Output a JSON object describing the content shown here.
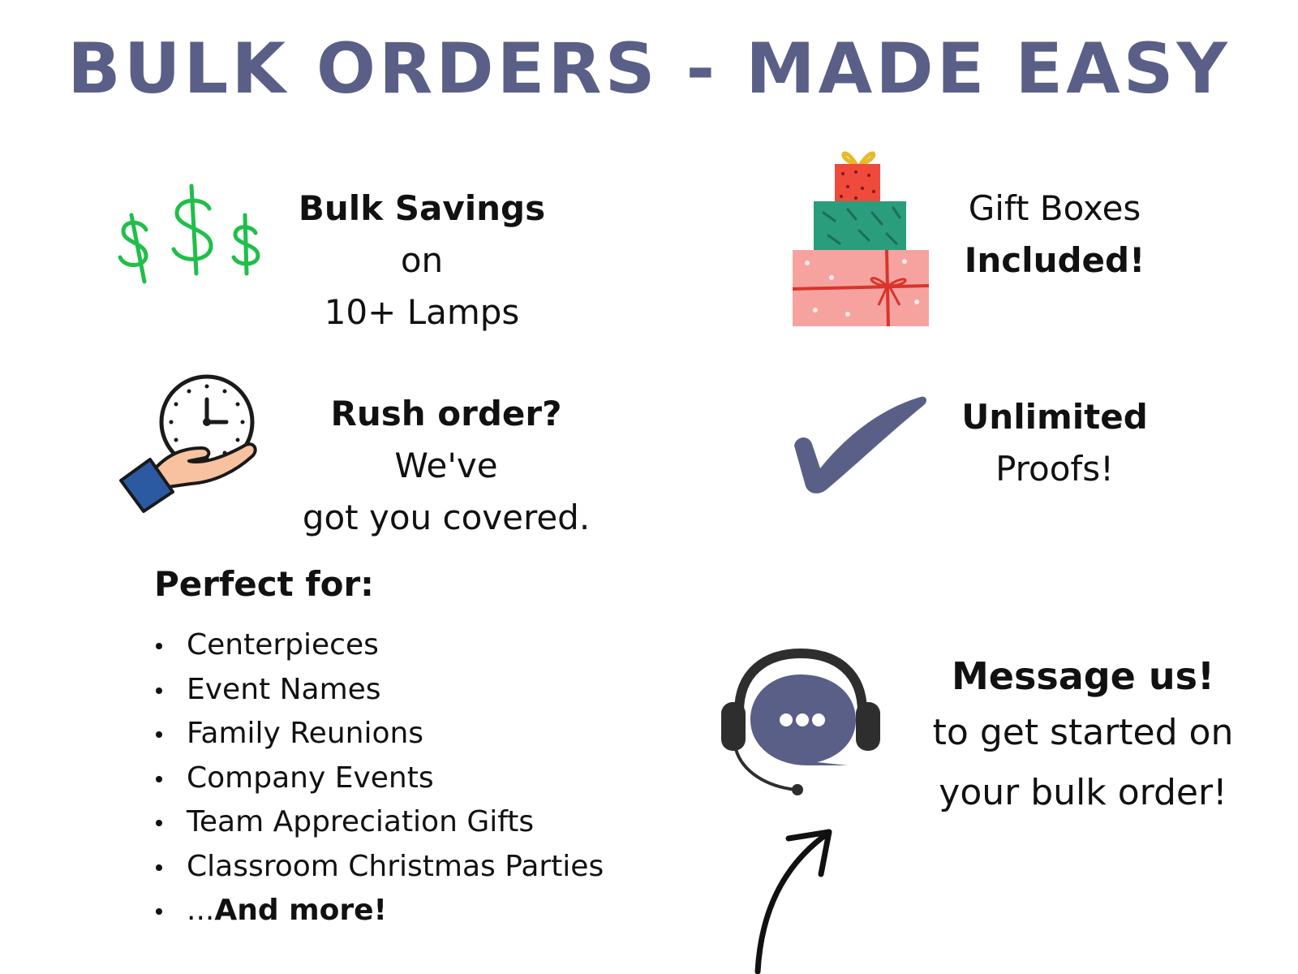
{
  "header": {
    "title": "BULK ORDERS - MADE EASY"
  },
  "features": {
    "bulk_savings": {
      "bold": "Bulk Savings",
      "rest": " on",
      "line2": "10+ Lamps"
    },
    "gift_boxes": {
      "line1": "Gift Boxes",
      "line2": "Included!"
    },
    "rush_order": {
      "bold": "Rush order?",
      "rest": " We've",
      "line2": "got you covered."
    },
    "proofs": {
      "line1": "Unlimited",
      "line2": "Proofs!"
    }
  },
  "perfect_for": {
    "heading": "Perfect for:",
    "items": [
      "Centerpieces",
      "Event Names",
      "Family Reunions",
      "Company Events",
      "Team Appreciation Gifts",
      "Classroom Christmas Parties"
    ],
    "last_prefix": "...",
    "last_bold": "And more!"
  },
  "contact": {
    "title": "Message us!",
    "line1": "to get started on",
    "line2": "your bulk order!"
  },
  "colors": {
    "title": "#5a5f87",
    "dollar_green": "#1fbf4a",
    "checkmark": "#5a5f87",
    "bubble": "#5a5f87",
    "gift_red": "#ef4a3c",
    "gift_green": "#2a9d7c",
    "gift_pink": "#f6a3a0",
    "gift_ribbon_gold": "#e8b92a",
    "skin": "#f8c2a0",
    "sleeve": "#2b5aa3"
  },
  "icons": {
    "savings": "dollar-signs-icon",
    "gifts": "gift-boxes-icon",
    "rush": "clock-hand-icon",
    "proofs": "checkmark-icon",
    "support": "headset-chat-icon",
    "pointer": "curved-arrow-icon"
  }
}
